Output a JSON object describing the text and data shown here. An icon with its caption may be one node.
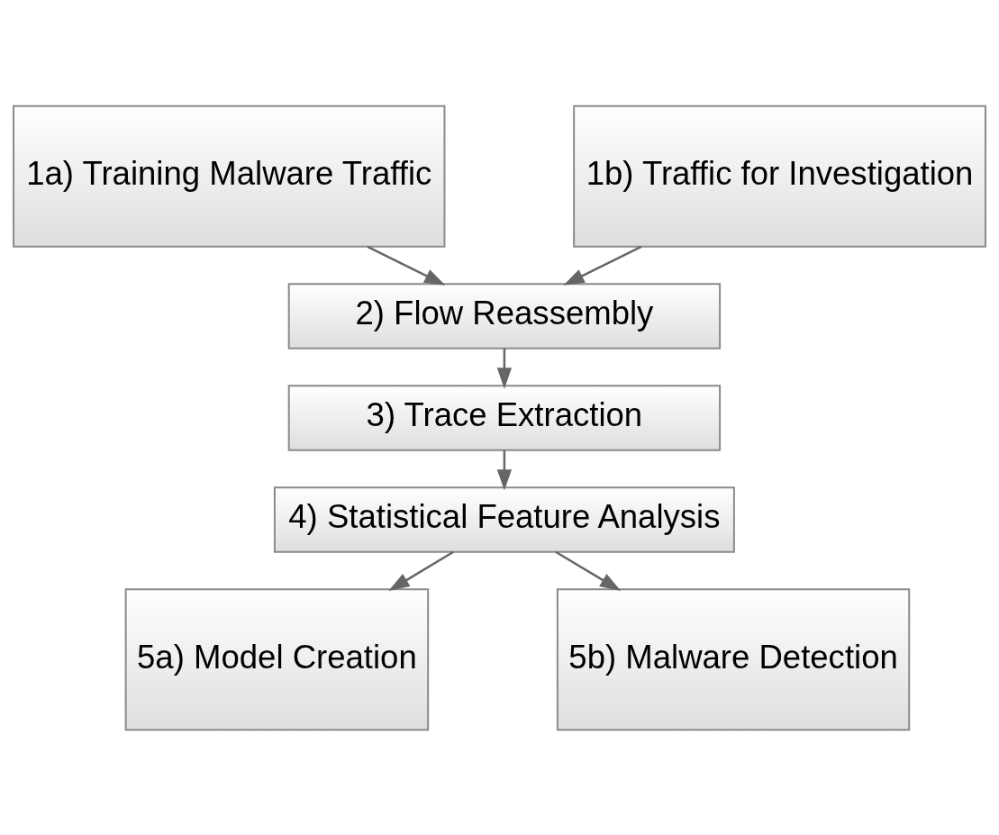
{
  "diagram": {
    "nodes": [
      {
        "text": [
          "1a) Training Malware Traffic"
        ]
      },
      {
        "text": [
          "1b) Traffic for Investigation"
        ]
      },
      {
        "text": [
          "2) Flow Reassembly"
        ]
      },
      {
        "text": [
          "3) Trace Extraction"
        ]
      },
      {
        "text": [
          "4) Statistical Feature Analysis"
        ]
      },
      {
        "text": [
          "5a) Model Creation"
        ]
      },
      {
        "text": [
          "5b) Malware Detection"
        ]
      }
    ],
    "edges": [
      {
        "from": 0,
        "to": 2,
        "arrow": "to"
      },
      {
        "from": 1,
        "to": 2,
        "arrow": "to"
      },
      {
        "from": 2,
        "to": 3,
        "arrow": "to"
      },
      {
        "from": 3,
        "to": 4,
        "arrow": "to"
      },
      {
        "from": 4,
        "to": 5,
        "arrow": "to"
      },
      {
        "from": 4,
        "to": 6,
        "arrow": "to"
      }
    ]
  }
}
